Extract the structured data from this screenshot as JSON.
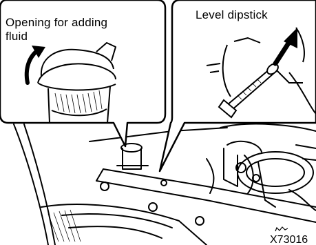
{
  "callouts": {
    "fill_opening_line1": "Opening for adding",
    "fill_opening_line2": "fluid",
    "dipstick": "Level dipstick"
  },
  "figure_code": "X73016"
}
